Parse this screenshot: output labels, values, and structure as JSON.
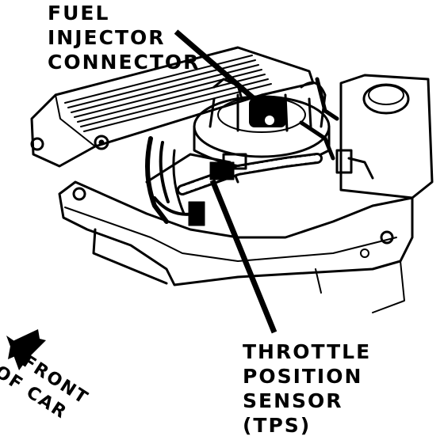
{
  "labels": {
    "fuel_injector_connector": [
      "FUEL",
      "INJECTOR",
      "CONNECTOR"
    ],
    "throttle_position_sensor": [
      "THROTTLE",
      "POSITION",
      "SENSOR",
      "(TPS)"
    ],
    "front_of_car": [
      "FRONT",
      "OF CAR"
    ]
  },
  "colors": {
    "ink": "#000000",
    "paper": "#ffffff"
  },
  "icons": [
    "front-arrow-icon"
  ]
}
